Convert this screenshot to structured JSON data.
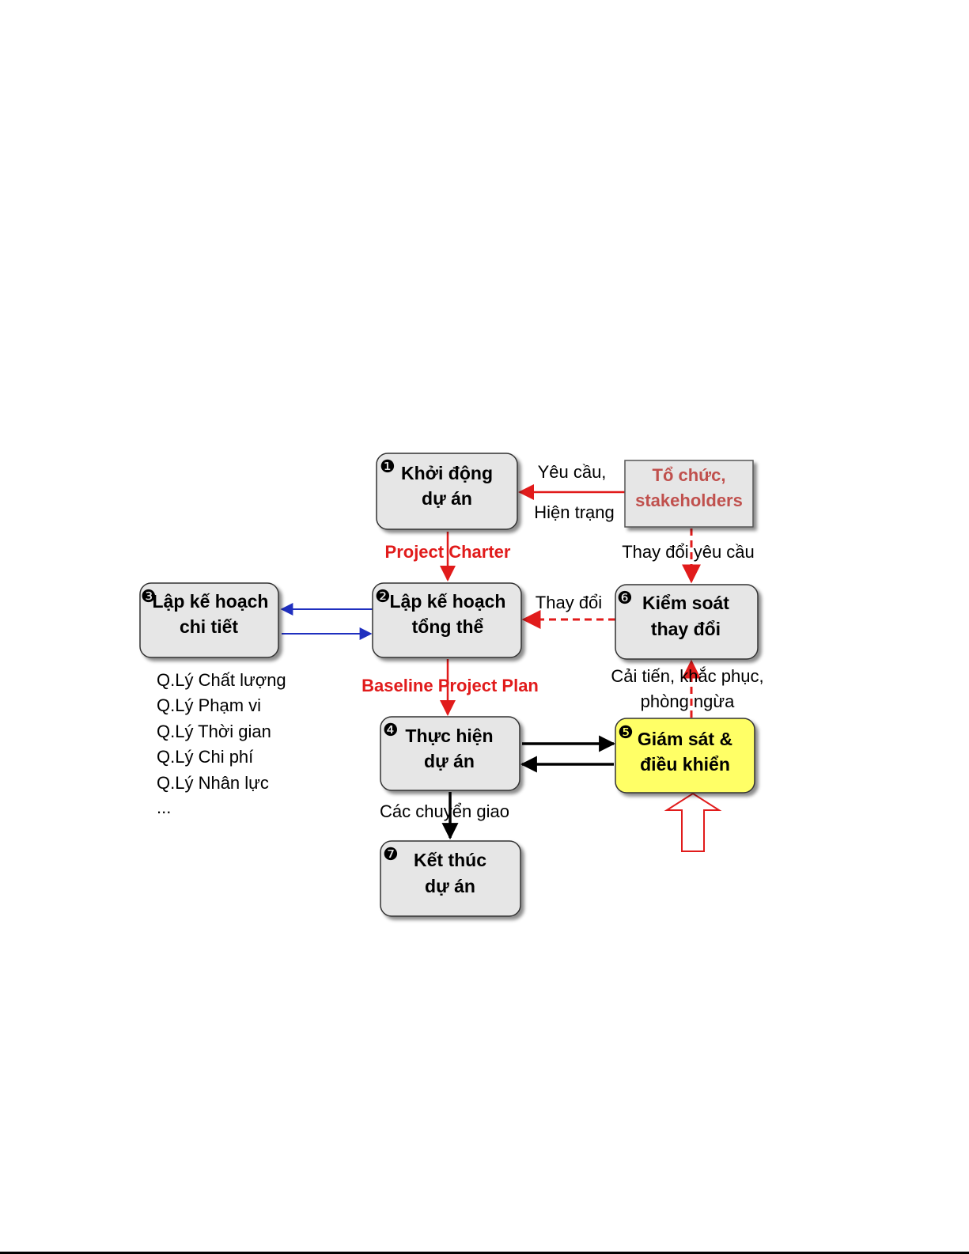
{
  "nodes": {
    "khoi_dong": {
      "num": "❶",
      "line1": "Khởi động",
      "line2": "dự án"
    },
    "lap_ke_hoach_tong_the": {
      "num": "❷",
      "line1": "Lập kế hoạch",
      "line2": "tổng thể"
    },
    "lap_ke_hoach_chi_tiet": {
      "num": "❸",
      "line1": "Lập kế hoạch",
      "line2": "chi tiết"
    },
    "thuc_hien": {
      "num": "❹",
      "line1": "Thực hiện",
      "line2": "dự án"
    },
    "giam_sat": {
      "num": "❺",
      "line1": "Giám sát &",
      "line2": "điều khiển"
    },
    "kiem_soat": {
      "num": "❻",
      "line1": "Kiểm soát",
      "line2": "thay đổi"
    },
    "ket_thuc": {
      "num": "❼",
      "line1": "Kết thúc",
      "line2": "dự án"
    },
    "to_chuc": {
      "line1": "Tổ chức,",
      "line2": "stakeholders"
    }
  },
  "labels": {
    "yeu_cau": "Yêu cầu,",
    "hien_trang": "Hiện trạng",
    "project_charter": "Project Charter",
    "thay_doi_yeu_cau": "Thay đổi yêu cầu",
    "thay_doi": "Thay đổi",
    "baseline_project_plan": "Baseline Project Plan",
    "cai_tien": "Cải tiến, khắc phục,",
    "phong_ngua": "phòng ngừa",
    "cac_chuyen_giao": "Các chuyển giao"
  },
  "management_list": [
    "Q.Lý Chất lượng",
    "Q.Lý Phạm vi",
    "Q.Lý Thời gian",
    "Q.Lý Chi phí",
    "Q.Lý Nhân lực",
    "..."
  ],
  "colors": {
    "box_fill": "#e6e6e6",
    "highlight_fill": "#ffff66",
    "red": "#e11b1b",
    "blue": "#1f2fbf",
    "org_text": "#c0504d"
  }
}
